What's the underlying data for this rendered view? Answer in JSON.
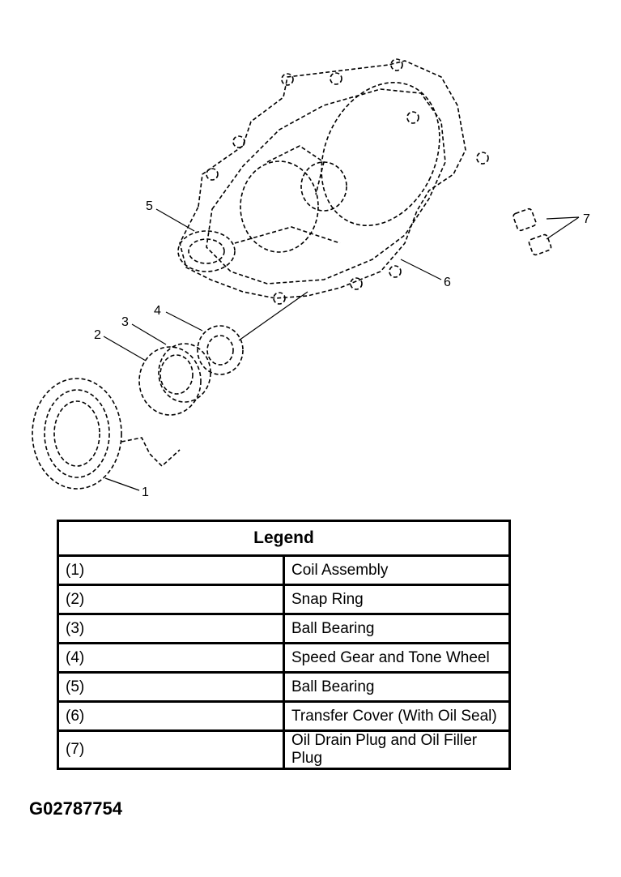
{
  "diagram": {
    "callouts": [
      "1",
      "2",
      "3",
      "4",
      "5",
      "6",
      "7"
    ]
  },
  "legend": {
    "title": "Legend",
    "rows": [
      {
        "code": "(1)",
        "description": "Coil Assembly"
      },
      {
        "code": "(2)",
        "description": "Snap Ring"
      },
      {
        "code": "(3)",
        "description": "Ball Bearing"
      },
      {
        "code": "(4)",
        "description": "Speed Gear and Tone Wheel"
      },
      {
        "code": "(5)",
        "description": "Ball Bearing"
      },
      {
        "code": "(6)",
        "description": "Transfer Cover (With Oil Seal)"
      },
      {
        "code": "(7)",
        "description": "Oil Drain Plug and Oil Filler Plug"
      }
    ]
  },
  "figure_id": "G02787754"
}
